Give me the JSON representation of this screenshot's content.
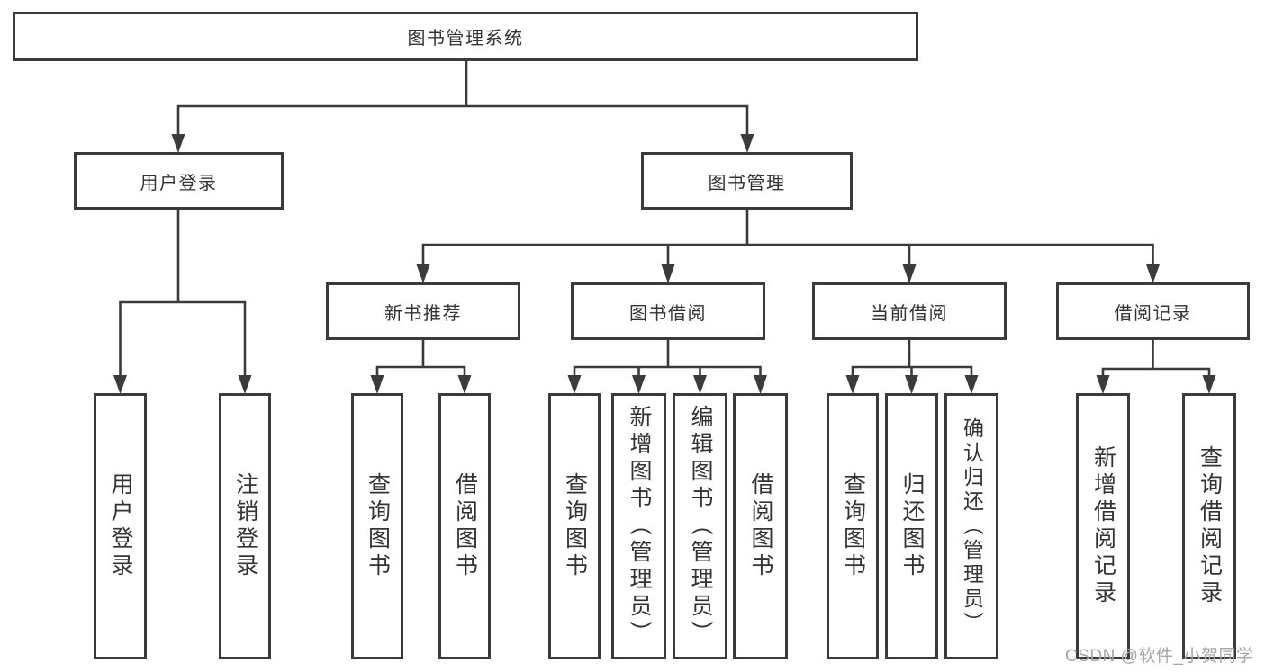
{
  "colors": {
    "line": "#3b3b3b",
    "text": "#333333",
    "watermark": "#a6a6a6",
    "background": "#ffffff"
  },
  "diagram": {
    "root": "图书管理系统",
    "level2": [
      "用户登录",
      "图书管理"
    ],
    "level3": [
      "新书推荐",
      "图书借阅",
      "当前借阅",
      "借阅记录"
    ],
    "leaves": {
      "login": [
        "用户登录",
        "注销登录"
      ],
      "recommend": [
        "查询图书",
        "借阅图书"
      ],
      "borrow": [
        "查询图书",
        "新增图书（管理员）",
        "编辑图书（管理员）",
        "借阅图书"
      ],
      "current": [
        "查询图书",
        "归还图书",
        "确认归还（管理员）"
      ],
      "record": [
        "新增借阅记录",
        "查询借阅记录"
      ]
    }
  },
  "watermark": "CSDN @软件_小贺同学"
}
